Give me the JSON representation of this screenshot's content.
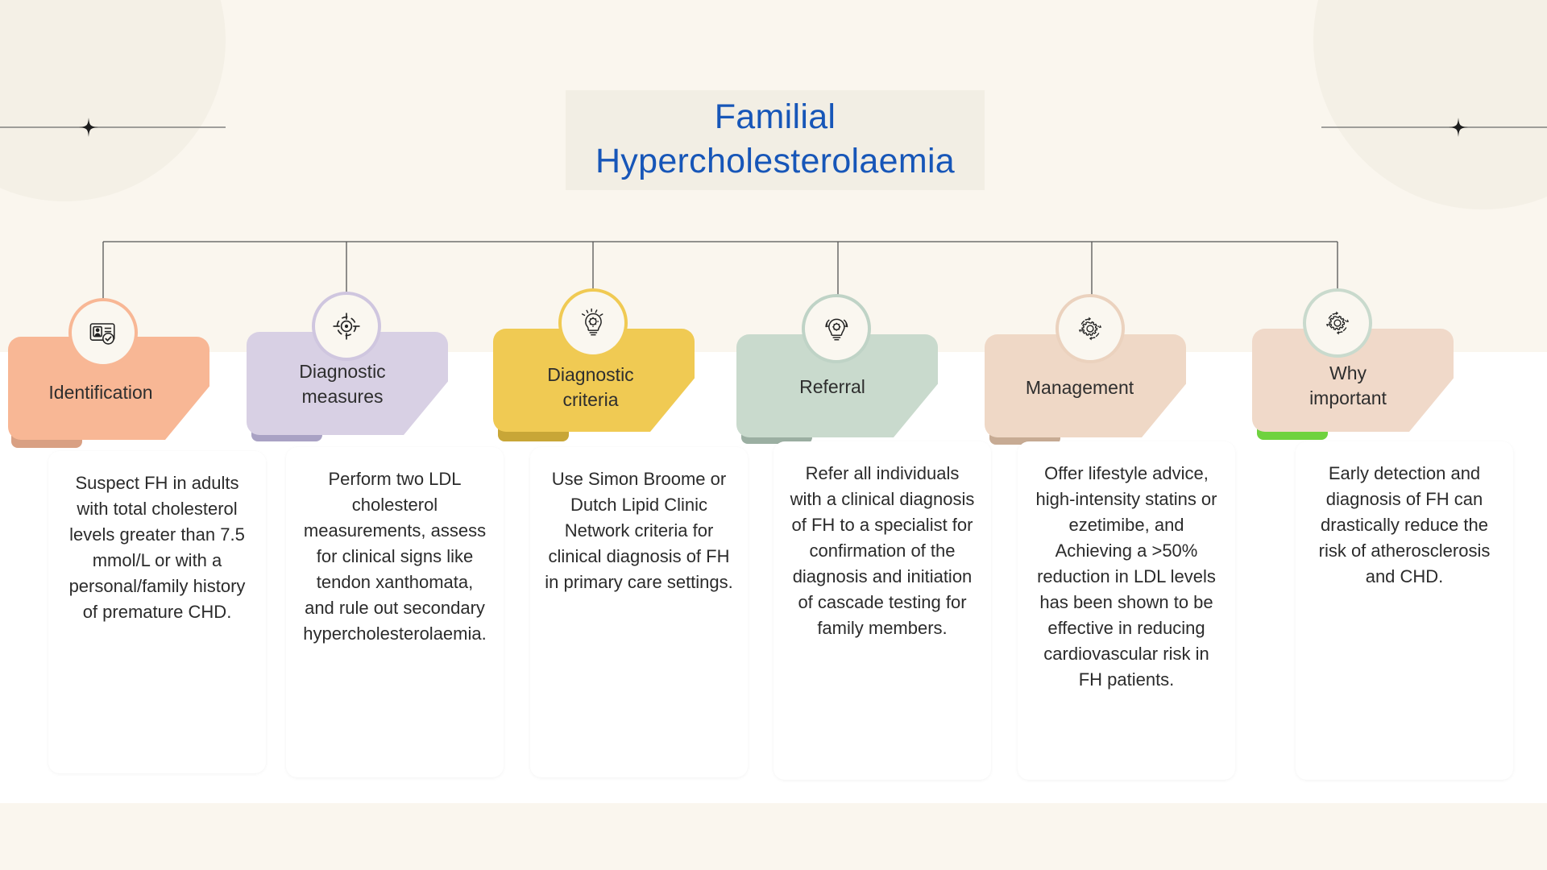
{
  "title": {
    "line1": "Familial",
    "line2": "Hypercholesterolaemia",
    "color": "#1756B8"
  },
  "decorations": {
    "left": "sparkle-line-left",
    "right": "sparkle-line-right"
  },
  "theme": {
    "background": "#FAF6EE",
    "band": "#FFFFFF",
    "connector_color": "#555555",
    "body_text_color": "#2B2B2B"
  },
  "cards": [
    {
      "label": "Identification",
      "label_lines": [
        "Identification"
      ],
      "icon": "id-badge-check-icon",
      "banner_color": "#F8B795",
      "ring_color": "#F8B795",
      "shadow_color": "#D9A083",
      "body": "Suspect FH in adults with total cholesterol levels greater than 7.5 mmol/L or with a personal/family history of premature CHD."
    },
    {
      "label": "Diagnostic measures",
      "label_lines": [
        "Diagnostic",
        "measures"
      ],
      "icon": "target-crosshair-icon",
      "banner_color": "#D8D0E4",
      "ring_color": "#CFC6DF",
      "shadow_color": "#A9A2C4",
      "body": "Perform two LDL cholesterol measurements, assess for clinical signs like tendon xanthomata, and rule out secondary hypercholesterolaemia."
    },
    {
      "label": "Diagnostic criteria",
      "label_lines": [
        "Diagnostic",
        "criteria"
      ],
      "icon": "lightbulb-head-idea-icon",
      "banner_color": "#F0CA53",
      "ring_color": "#F0CA53",
      "shadow_color": "#C8A637",
      "body": "Use Simon Broome or Dutch Lipid Clinic Network criteria for clinical diagnosis of FH in primary care settings."
    },
    {
      "label": "Referral",
      "label_lines": [
        "Referral"
      ],
      "icon": "lightbulb-gear-icon",
      "banner_color": "#C9DACD",
      "ring_color": "#BFD3C6",
      "shadow_color": "#9BAFA2",
      "body": "Refer all individuals with a clinical diagnosis of FH to a specialist for confirmation of the diagnosis and initiation of cascade testing for family members."
    },
    {
      "label": "Management",
      "label_lines": [
        "Management"
      ],
      "icon": "gear-cycle-icon",
      "banner_color": "#EFD8C6",
      "ring_color": "#EBD2BE",
      "shadow_color": "#C7AB94",
      "body": "Offer lifestyle advice, high-intensity statins or ezetimibe, and Achieving a >50% reduction in LDL levels has been shown to be effective in reducing cardiovascular risk in FH patients."
    },
    {
      "label": "Why important",
      "label_lines": [
        "Why",
        "important"
      ],
      "icon": "gear-cycle-icon",
      "banner_color": "#F0D9C9",
      "ring_color": "#C9DACD",
      "shadow_color": "#6FD23F",
      "body": "Early detection and diagnosis of FH can drastically reduce the risk of atherosclerosis and CHD."
    }
  ]
}
